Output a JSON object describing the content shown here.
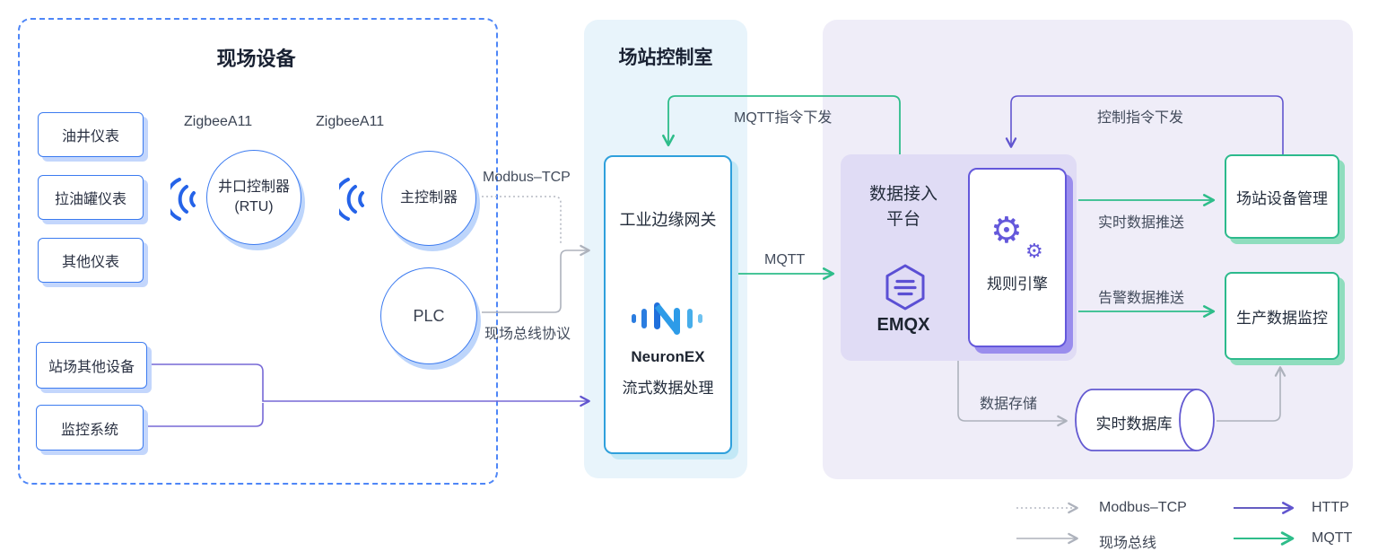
{
  "diagram": {
    "field_devices": {
      "title": "现场设备",
      "instrument_boxes": [
        "油井仪表",
        "拉油罐仪表",
        "其他仪表"
      ],
      "other_boxes": [
        "站场其他设备",
        "监控系统"
      ],
      "zigbee_label_1": "ZigbeeA11",
      "zigbee_label_2": "ZigbeeA11",
      "rtu_line1": "井口控制器",
      "rtu_line2": "(RTU)",
      "main_controller": "主控制器",
      "plc": "PLC"
    },
    "control_room": {
      "title": "场站控制室",
      "gateway_title": "工业边缘网关",
      "gateway_brand": "NeuronEX",
      "gateway_subtitle": "流式数据处理"
    },
    "platform": {
      "title_line1": "数据接入",
      "title_line2": "平台",
      "emqx": "EMQX",
      "rule_engine": "规则引擎",
      "device_mgmt": "场站设备管理",
      "prod_monitor": "生产数据监控",
      "rtdb": "实时数据库"
    },
    "edges": {
      "modbus_tcp": "Modbus–TCP",
      "fieldbus_protocol": "现场总线协议",
      "mqtt_cmd_down": "MQTT指令下发",
      "ctrl_cmd_down": "控制指令下发",
      "mqtt": "MQTT",
      "realtime_push": "实时数据推送",
      "alarm_push": "告警数据推送",
      "data_store": "数据存储"
    },
    "legend": {
      "modbus": "Modbus–TCP",
      "fieldbus": "现场总线",
      "http": "HTTP",
      "mqtt": "MQTT"
    },
    "colors": {
      "blue_border": "#3c7bf0",
      "gateway_border": "#2fa0dc",
      "purple": "#6155cf",
      "green": "#2ebd8a",
      "gray_line": "#adb2bc",
      "zone_blue_bg": "#e8f4fb",
      "zone_lavender_bg": "#efedf8",
      "zone_purple_bg": "#e0dcf5",
      "green_border": "#2cba8c"
    }
  }
}
